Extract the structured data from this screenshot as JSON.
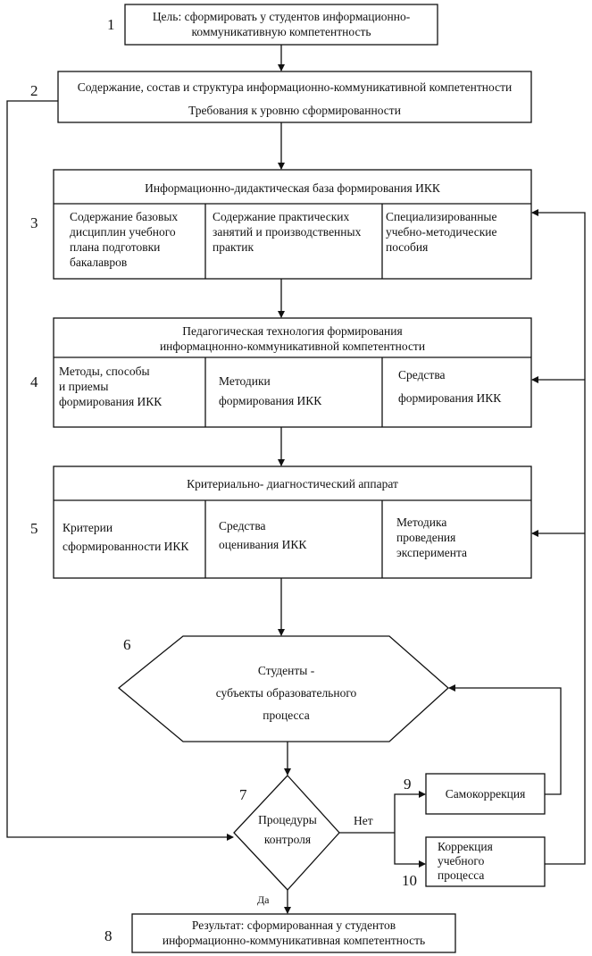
{
  "diagram": {
    "numbers": [
      "1",
      "2",
      "3",
      "4",
      "5",
      "6",
      "7",
      "8",
      "9",
      "10"
    ],
    "goal": "Цель: сформировать у студентов информационно-\nкоммуникативную компетентность",
    "content_line1": "Содержание, состав и структура информационно-коммуникативной компетентности",
    "content_line2": "Требования к уровню сформированности",
    "base": {
      "title": "Информационно-дидактическая база формирования ИКК",
      "col1": "Содержание базовых\nдисциплин учебного\nплана подготовки\nбакалавров",
      "col2": "Содержание практических\nзанятий и производственных\nпрактик",
      "col3": "Специализированные\nучебно-методические\nпособия"
    },
    "tech": {
      "title": "Педагогическая технология формирования\nинформацнонно-коммуникативной компетентности",
      "col1": "Методы, способы\nи приемы\nформирования ИКК",
      "col2": "Методики\nформирования ИКК",
      "col3": "Средства\nформирования ИКК"
    },
    "crit": {
      "title": "Критериально- диагностический аппарат",
      "col1": "Критерии\nсформированности ИКК",
      "col2": "Средства\nоценивания ИКК",
      "col3": "Методика\nпроведения\nэксперимента"
    },
    "students": "Студенты -\nсубъекты образовательного\nпроцесса",
    "control": "Процедуры\nконтроля",
    "no": "Нет",
    "yes": "Да",
    "self_correction": "Самокоррекция",
    "process_correction": "Коррекция\nучебного\nпроцесса",
    "result": "Результат: сформированная у студентов\nинформационно-коммуникативная компетентность"
  }
}
